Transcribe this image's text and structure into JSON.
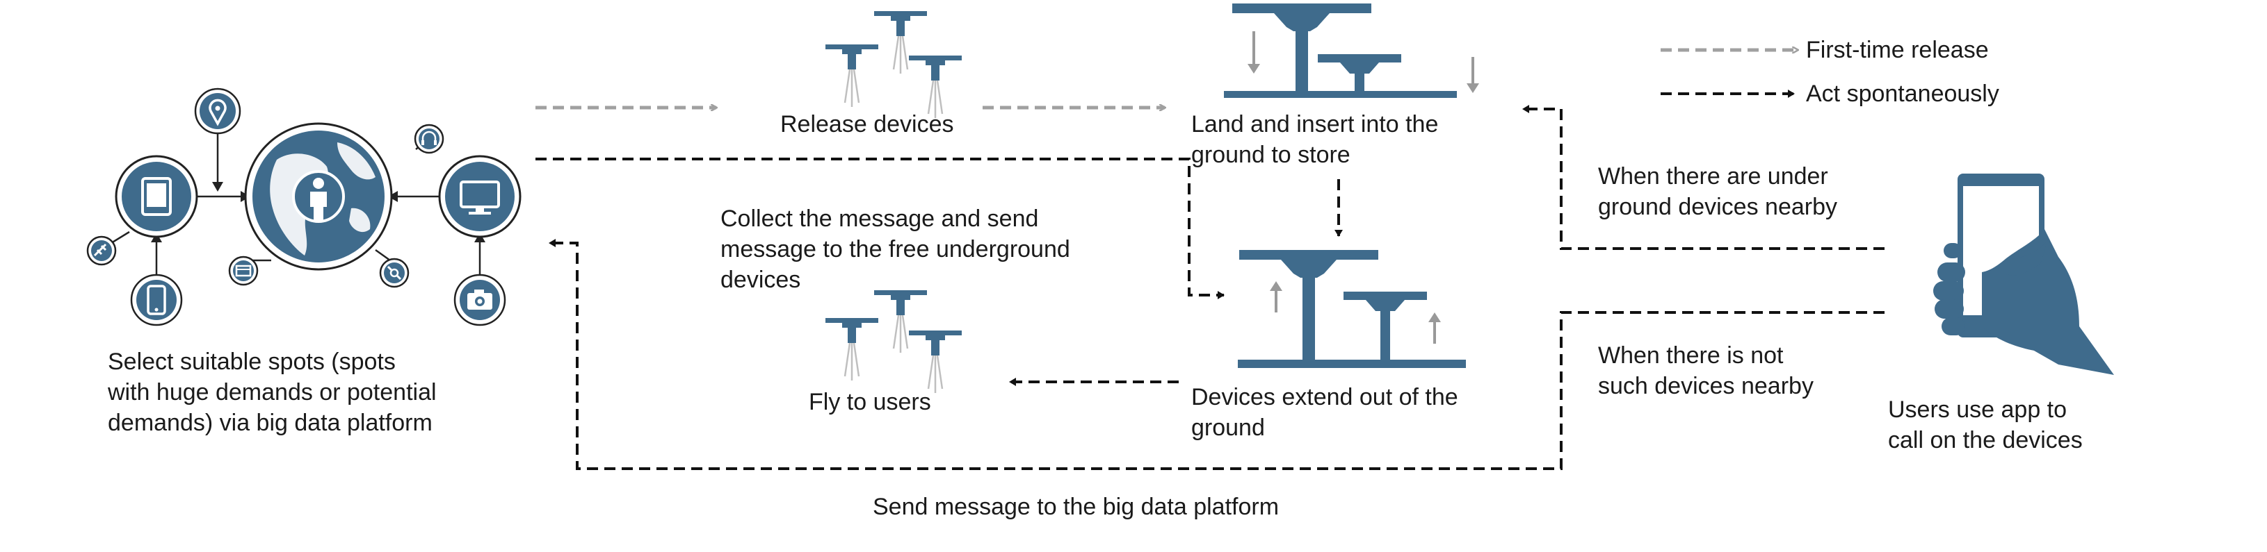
{
  "legend": {
    "first_time_release": "First-time release",
    "act_spontaneously": "Act  spontaneously"
  },
  "labels": {
    "select_spots": [
      "Select suitable spots (spots",
      "with huge demands or potential",
      "demands) via big data platform"
    ],
    "release_devices": "Release devices",
    "land_insert": [
      "Land and insert into the",
      "ground to store"
    ],
    "collect_message": [
      "Collect the message and send",
      "message to the free underground",
      "devices"
    ],
    "fly_to_users": "Fly to users",
    "devices_extend": [
      "Devices extend out of  the",
      "ground"
    ],
    "when_under": [
      "When there are under",
      "ground devices nearby"
    ],
    "when_not": [
      "When there is not",
      "such devices nearby"
    ],
    "users_app": [
      "Users use app to",
      "call on the devices"
    ],
    "send_message": "Send message to the big data platform"
  },
  "colors": {
    "primary": "#3f6b8c",
    "arrow_gray": "#a0a0a0",
    "arrow_black": "#111111",
    "light_blue": "#6e93ae"
  },
  "icons": {
    "platform": [
      "globe-person-icon",
      "tablet-icon",
      "monitor-icon",
      "location-pin-icon",
      "headphones-icon",
      "smartphone-icon",
      "camera-icon",
      "satellite-icon",
      "satellite-icon-2",
      "card-icon"
    ],
    "devices": [
      "drone-icon",
      "ground-device-icon",
      "hand-phone-icon"
    ]
  }
}
